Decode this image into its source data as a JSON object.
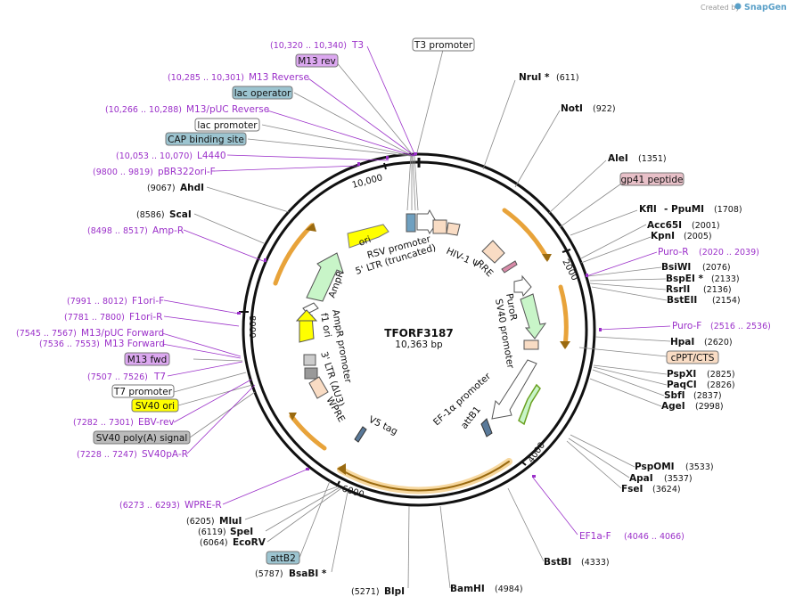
{
  "credit": {
    "created_by": "Created by",
    "brand": "SnapGene"
  },
  "plasmid": {
    "name": "TFORF3187",
    "size": "10,363 bp"
  },
  "ticks": [
    "2000",
    "4000",
    "6000",
    "8000",
    "10,000"
  ],
  "enzymes": [
    {
      "id": "nrui",
      "name": "NruI *",
      "pos": "(611)"
    },
    {
      "id": "noti",
      "name": "NotI",
      "pos": "(922)"
    },
    {
      "id": "alei",
      "name": "AleI",
      "pos": "(1351)"
    },
    {
      "id": "kfli",
      "name": "KflI",
      "pos": ""
    },
    {
      "id": "ppumi",
      "name": "- PpuMI",
      "pos": "(1708)"
    },
    {
      "id": "acc65i",
      "name": "Acc65I",
      "pos": "(2001)"
    },
    {
      "id": "kpni",
      "name": "KpnI",
      "pos": "(2005)"
    },
    {
      "id": "bsiwi",
      "name": "BsiWI",
      "pos": "(2076)"
    },
    {
      "id": "bspei",
      "name": "BspEI *",
      "pos": "(2133)"
    },
    {
      "id": "rsrii",
      "name": "RsrII",
      "pos": "(2136)"
    },
    {
      "id": "bsteii",
      "name": "BstEII",
      "pos": "(2154)"
    },
    {
      "id": "hpai",
      "name": "HpaI",
      "pos": "(2620)"
    },
    {
      "id": "pspxi",
      "name": "PspXI",
      "pos": "(2825)"
    },
    {
      "id": "paqci",
      "name": "PaqCI",
      "pos": "(2826)"
    },
    {
      "id": "sbfi",
      "name": "SbfI",
      "pos": "(2837)"
    },
    {
      "id": "agei",
      "name": "AgeI",
      "pos": "(2998)"
    },
    {
      "id": "pspomi",
      "name": "PspOMI",
      "pos": "(3533)"
    },
    {
      "id": "apai",
      "name": "ApaI",
      "pos": "(3537)"
    },
    {
      "id": "fsei",
      "name": "FseI",
      "pos": "(3624)"
    },
    {
      "id": "bstbi",
      "name": "BstBI",
      "pos": "(4333)"
    },
    {
      "id": "bamhi",
      "name": "BamHI",
      "pos": "(4984)"
    },
    {
      "id": "blpi",
      "name": "BlpI",
      "pos": "(5271)"
    },
    {
      "id": "bsabi",
      "name": "BsaBI *",
      "pos": "(5787)"
    },
    {
      "id": "ecorv",
      "name": "EcoRV",
      "pos": "(6064)"
    },
    {
      "id": "spei",
      "name": "SpeI",
      "pos": "(6119)"
    },
    {
      "id": "mlui",
      "name": "MluI",
      "pos": "(6205)"
    },
    {
      "id": "scai",
      "name": "ScaI",
      "pos": "(8586)"
    },
    {
      "id": "ahdi",
      "name": "AhdI",
      "pos": "(9067)"
    }
  ],
  "primers": [
    {
      "id": "t3",
      "name": "T3",
      "pos": "(10,320 .. 10,340)"
    },
    {
      "id": "m13rev",
      "name": "M13 Reverse",
      "pos": "(10,285 .. 10,301)"
    },
    {
      "id": "m13pucrev",
      "name": "M13/pUC Reverse",
      "pos": "(10,266 .. 10,288)"
    },
    {
      "id": "l4440",
      "name": "L4440",
      "pos": "(10,053 .. 10,070)"
    },
    {
      "id": "pbr322",
      "name": "pBR322ori-F",
      "pos": "(9800 .. 9819)"
    },
    {
      "id": "ampr",
      "name": "Amp-R",
      "pos": "(8498 .. 8517)"
    },
    {
      "id": "f1orif",
      "name": "F1ori-F",
      "pos": "(7991 .. 8012)"
    },
    {
      "id": "f1orir",
      "name": "F1ori-R",
      "pos": "(7781 .. 7800)"
    },
    {
      "id": "m13pucfwd",
      "name": "M13/pUC Forward",
      "pos": "(7545 .. 7567)"
    },
    {
      "id": "m13fwd",
      "name": "M13 Forward",
      "pos": "(7536 .. 7553)"
    },
    {
      "id": "t7",
      "name": "T7",
      "pos": "(7507 .. 7526)"
    },
    {
      "id": "ebvrev",
      "name": "EBV-rev",
      "pos": "(7282 .. 7301)"
    },
    {
      "id": "sv40par",
      "name": "SV40pA-R",
      "pos": "(7228 .. 7247)"
    },
    {
      "id": "wprer",
      "name": "WPRE-R",
      "pos": "(6273 .. 6293)"
    },
    {
      "id": "purof",
      "name": "Puro-F",
      "pos": "(2516 .. 2536)"
    },
    {
      "id": "puror",
      "name": "Puro-R",
      "pos": "(2020 .. 2039)"
    },
    {
      "id": "ef1af",
      "name": "EF1a-F",
      "pos": "(4046 .. 4066)"
    }
  ],
  "boxed": {
    "m13rev": "M13 rev",
    "lacop": "lac operator",
    "lacpro": "lac promoter",
    "cap": "CAP binding site",
    "t3pro": "T3 promoter",
    "gp41": "gp41 peptide",
    "cppt": "cPPT/CTS",
    "m13fwd": "M13 fwd",
    "t7pro": "T7 promoter",
    "sv40ori": "SV40 ori",
    "sv40pa": "SV40 poly(A) signal",
    "attb2": "attB2"
  },
  "inner": {
    "ori": "ori",
    "ampr": "AmpR",
    "amprpro": "AmpR promoter",
    "f1ori": "f1 ori",
    "ltr3": "3' LTR (ΔU3)",
    "wpre": "WPRE",
    "v5": "V5 tag",
    "rsv": "RSV promoter",
    "ltr5": "5' LTR (truncated)",
    "hiv": "HIV-1 Ψ",
    "rre": "RRE",
    "puror": "PuroR",
    "sv40pro": "SV40 promoter",
    "ef1a": "EF-1α promoter",
    "attb1": "attB1"
  },
  "colors": {
    "backbone": "#111111",
    "primer": "#9b30c9",
    "orf": "#e8a33a",
    "ori_fill": "#ffff00",
    "ampr_fill": "#c8f5c8",
    "feature_tan": "#f9dcc4",
    "box_blue": "#9cc4d0",
    "box_purple": "#dca8f0",
    "box_pink": "#e8c0c8"
  }
}
